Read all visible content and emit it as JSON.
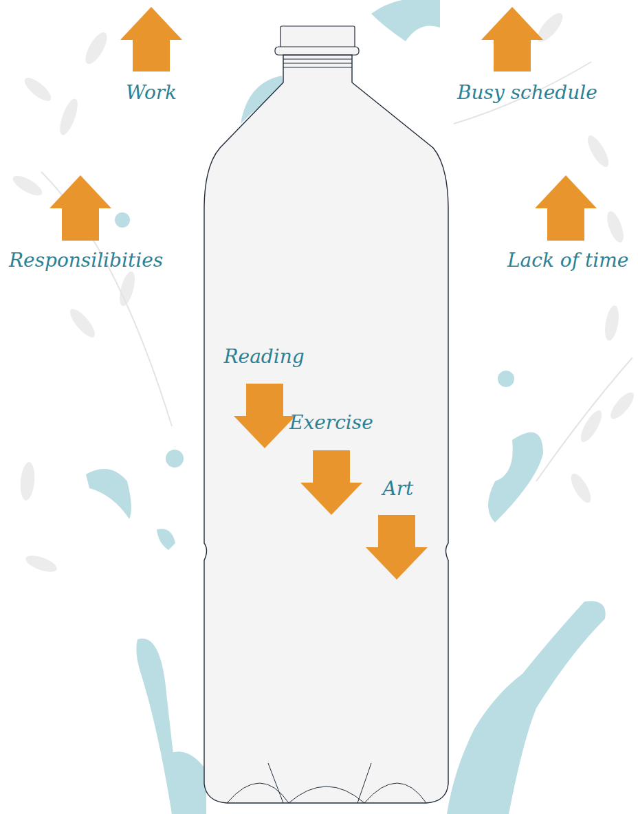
{
  "diagram": {
    "labels": [
      "Work",
      "Busy schedule",
      "Responsilibities",
      "Lack of time",
      "Reading",
      "Exercise",
      "Art"
    ]
  }
}
